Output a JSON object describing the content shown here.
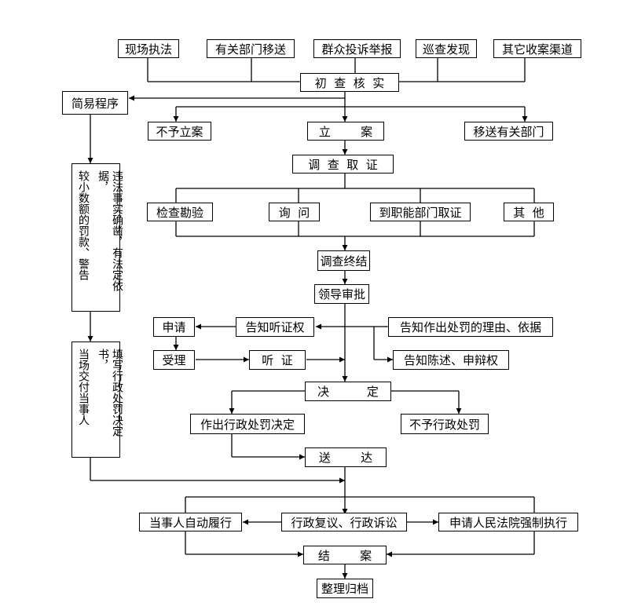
{
  "sources": [
    "现场执法",
    "有关部门移送",
    "群众投诉举报",
    "巡查发现",
    "其它收案渠道"
  ],
  "initial_check": "初  查  核  实",
  "simple_procedure": "简易程序",
  "branches": [
    "不予立案",
    "立        案",
    "移送有关部门"
  ],
  "investigation": "调  查  取  证",
  "methods": [
    "检查勘验",
    "询  问",
    "到职能部门取证",
    "其  他"
  ],
  "investigation_end": "调查终结",
  "leader_approval": "领导审批",
  "hearing": {
    "apply": "申请",
    "notify": "告知听证权",
    "accept": "受理",
    "hear": "听  证"
  },
  "notify_reason": "告知作出处罚的理由、依据",
  "notify_defense": "告知陈述、申辩权",
  "decision": "决          定",
  "penalty": "作出行政处罚决定",
  "no_penalty": "不予行政处罚",
  "serve": "送        达",
  "simple_left": {
    "col1": "较小数额的罚款、警告",
    "col2": "违法事实确凿，有法定依据，"
  },
  "simple_right": {
    "col1": "当场交付当事人",
    "col2": "填写行政处罚决定书，"
  },
  "outcomes": [
    "当事人自动履行",
    "行政复议、行政诉讼",
    "申请人民法院强制执行"
  ],
  "close": "结        案",
  "archive": "整理归档"
}
